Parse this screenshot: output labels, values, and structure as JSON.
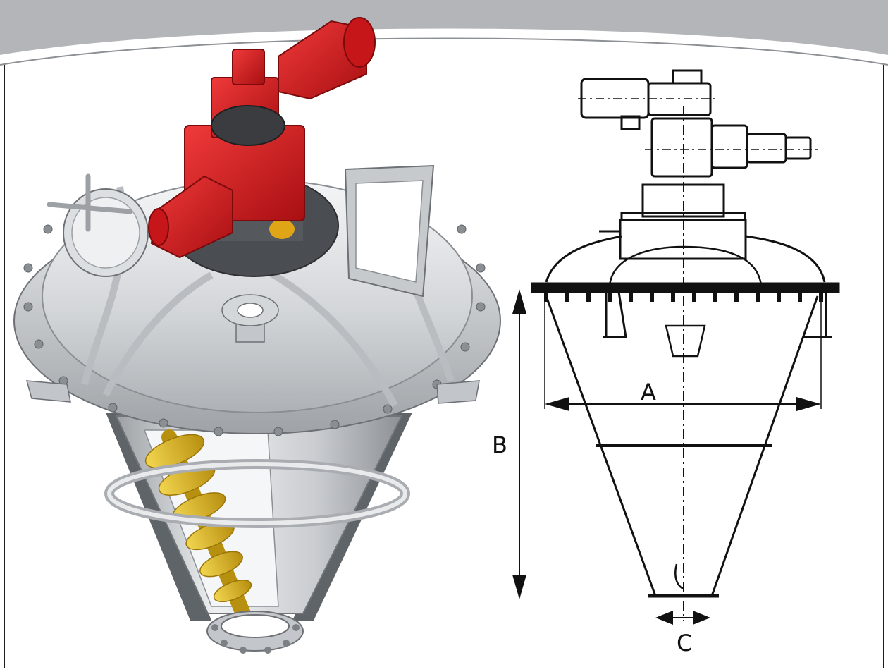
{
  "dimensions": {
    "a": "A",
    "b": "B",
    "c": "C"
  },
  "colors": {
    "frame": "#b3b5b8",
    "motor_red": "#d81e1e",
    "steel": "#d9dcdf",
    "screw_yellow": "#e8c22a",
    "line": "#111111"
  },
  "icons": {
    "render": "conical-screw-mixer-illustration",
    "drawing": "technical-elevation-drawing"
  }
}
